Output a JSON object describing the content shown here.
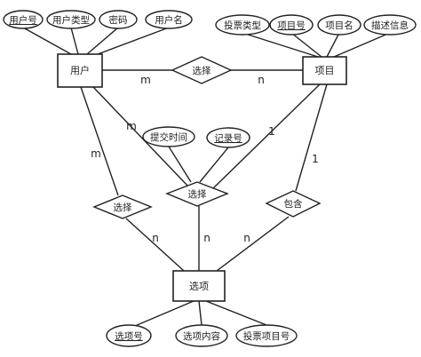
{
  "entities": {
    "user": "用户",
    "project": "项目",
    "option": "选项"
  },
  "relationships": {
    "select_user_project": "选择",
    "select_center": "选择",
    "select_user_option": "选择",
    "contain": "包含"
  },
  "attributes": {
    "user_id": "用户号",
    "user_type": "用户类型",
    "password": "密码",
    "user_name": "用户名",
    "vote_type": "投票类型",
    "project_id": "项目号",
    "project_name": "项目名",
    "description": "描述信息",
    "submit_time": "提交时间",
    "record_id": "记录号",
    "option_id": "选项号",
    "option_content": "选项内容",
    "vote_project_id": "投票项目号"
  },
  "cardinalities": {
    "user_select_top": "m",
    "project_select_top": "n",
    "user_center": "m",
    "user_left_rel": "m",
    "project_center": "1",
    "project_contain": "1",
    "left_rel_option": "n",
    "center_option": "n",
    "contain_option": "n"
  }
}
